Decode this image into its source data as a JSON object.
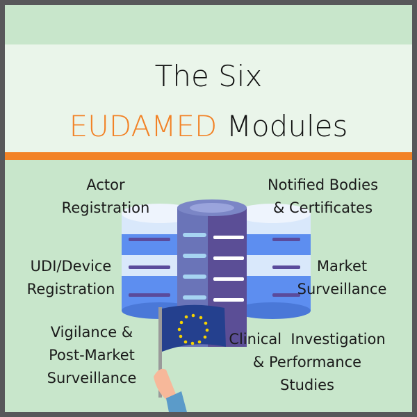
{
  "title": {
    "line1": "The Six",
    "accent": "EUDAMED",
    "rest": "Modules"
  },
  "modules": [
    {
      "line1": "Actor",
      "line2": "Registration"
    },
    {
      "line1": "Notified Bodies",
      "line2": "& Certificates"
    },
    {
      "line1": "UDI/Device",
      "line2": "Registration"
    },
    {
      "line1": "Market",
      "line2": "Surveillance"
    },
    {
      "line1": "Vigilance &",
      "line2": "Post-Market",
      "line3": "Surveillance"
    },
    {
      "line1": "Clinical  Investigation",
      "line2": "& Performance",
      "line3": "Studies"
    }
  ],
  "colors": {
    "accent": "#f28226",
    "background": "#c8e6cb",
    "title_band": "#eaf5ea",
    "border": "#58585a"
  },
  "icons": [
    "database-icon",
    "eu-flag-icon",
    "hand-icon"
  ]
}
